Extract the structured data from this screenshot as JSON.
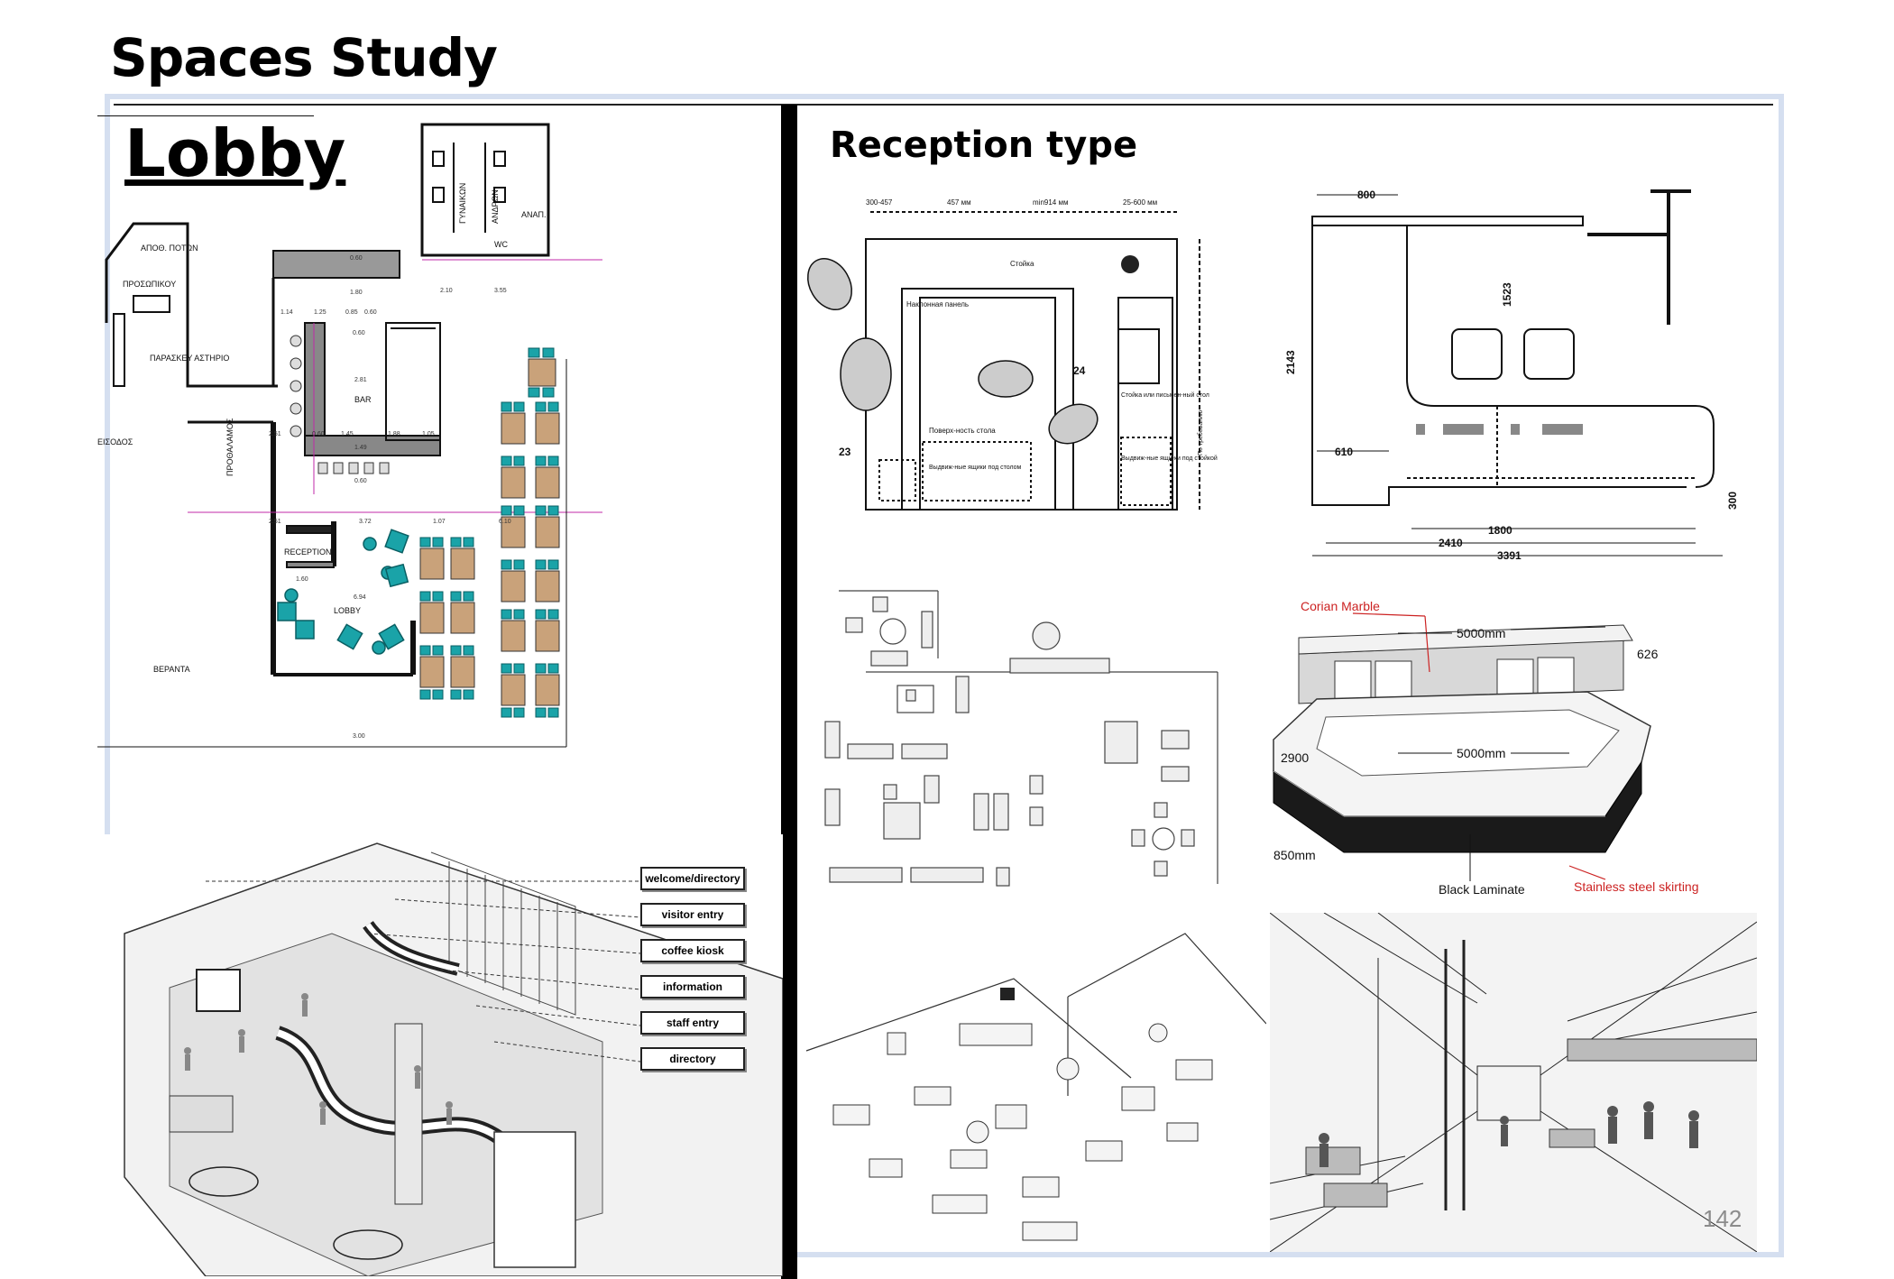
{
  "title": "Spaces Study",
  "lobby": {
    "heading": "Lobby",
    "plan_labels": {
      "bar": "BAR",
      "reception": "RECEPTION",
      "lobby": "LOBBY",
      "veranda": "ΒΕΡΑΝΤΑ",
      "kitchen": "ΠΑΡΑΣΚΕΥ ΑΣΤΗΡΙΟ",
      "staff": "ΠΡΟΣΩΠΙΚΟΥ",
      "storage": "ΑΠΟΘ. ΠΟΤΩΝ",
      "entrance": "ΕΙΣΟΔΟΣ",
      "vestibule": "ΠΡΟΘΑΛΑΜΟΣ",
      "women": "ΓΥΝΑΙΚΩΝ",
      "men": "ΑΝΔΡΩΝ",
      "disabled": "ΑΝΑΠ.",
      "wc": "WC"
    },
    "plan_dims": [
      "0.60",
      "1.80",
      "1.14",
      "1.25",
      "0.85",
      "0.60",
      "2.10",
      "3.55",
      "0.60",
      "2.81",
      "2.51",
      "0.60",
      "1.45",
      "1.88",
      "1.05",
      "1.49",
      "0.60",
      "2.51",
      "3.72",
      "1.07",
      "6.10",
      "1.60",
      "6.94",
      "3.00"
    ],
    "callouts": [
      "welcome/directory",
      "visitor entry",
      "coffee kiosk",
      "information",
      "staff entry",
      "directory"
    ]
  },
  "reception": {
    "heading": "Reception type",
    "plan1": {
      "dims": [
        "300-457",
        "457 мм",
        "min914 мм",
        "25-600 мм",
        "24",
        "23"
      ],
      "labels": [
        "Стойка",
        "Наклонная панель",
        "Поверх-ность стола",
        "Выдвиж-ные ящики под столом",
        "Стойка или письмен-ный стол",
        "Выдвиж-ные ящи-ки под стойкой",
        "По требованию"
      ]
    },
    "plan2": {
      "dims": [
        "800",
        "1523",
        "2143",
        "610",
        "300",
        "1800",
        "2410",
        "3391"
      ]
    },
    "desk3d": {
      "labels": [
        "Corian Marble",
        "5000mm",
        "626",
        "2900",
        "5000mm",
        "850mm",
        "Black Laminate",
        "Stainless steel skirting"
      ]
    }
  },
  "page_number": "142",
  "colors": {
    "frame": "#d5dff0",
    "teal": "#1aa3a8",
    "wood": "#c9a27a",
    "red": "#cc2222",
    "magenta": "#c02aa8"
  }
}
